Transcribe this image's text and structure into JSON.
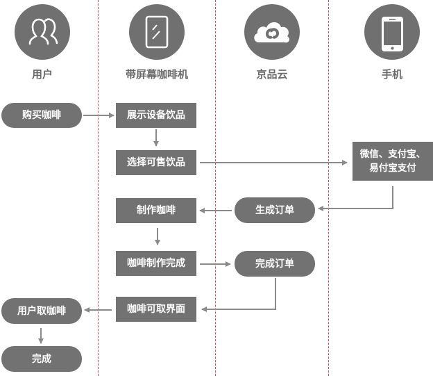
{
  "lanes": [
    {
      "title": "用户",
      "icon": "users-icon"
    },
    {
      "title": "带屏幕咖啡机",
      "icon": "tablet-screen-icon"
    },
    {
      "title": "京品云",
      "icon": "cloud-sync-icon"
    },
    {
      "title": "手机",
      "icon": "smartphone-icon"
    }
  ],
  "nodes": {
    "buy_coffee": "购买咖啡",
    "show_drinks": "展示设备饮品",
    "select_drink": "选择可售饮品",
    "payment": "微信、支付宝、\n易付宝支付",
    "generate_order": "生成订单",
    "make_coffee": "制作咖啡",
    "coffee_done": "咖啡制作完成",
    "complete_order": "完成订单",
    "pickup_screen": "咖啡可取界面",
    "user_pickup": "用户取咖啡",
    "finish": "完成"
  },
  "colors": {
    "node_fill": "#727272",
    "arrow": "#8a8a8a",
    "lane_divider": "#e0435a",
    "title_text": "#6a6a6a"
  }
}
